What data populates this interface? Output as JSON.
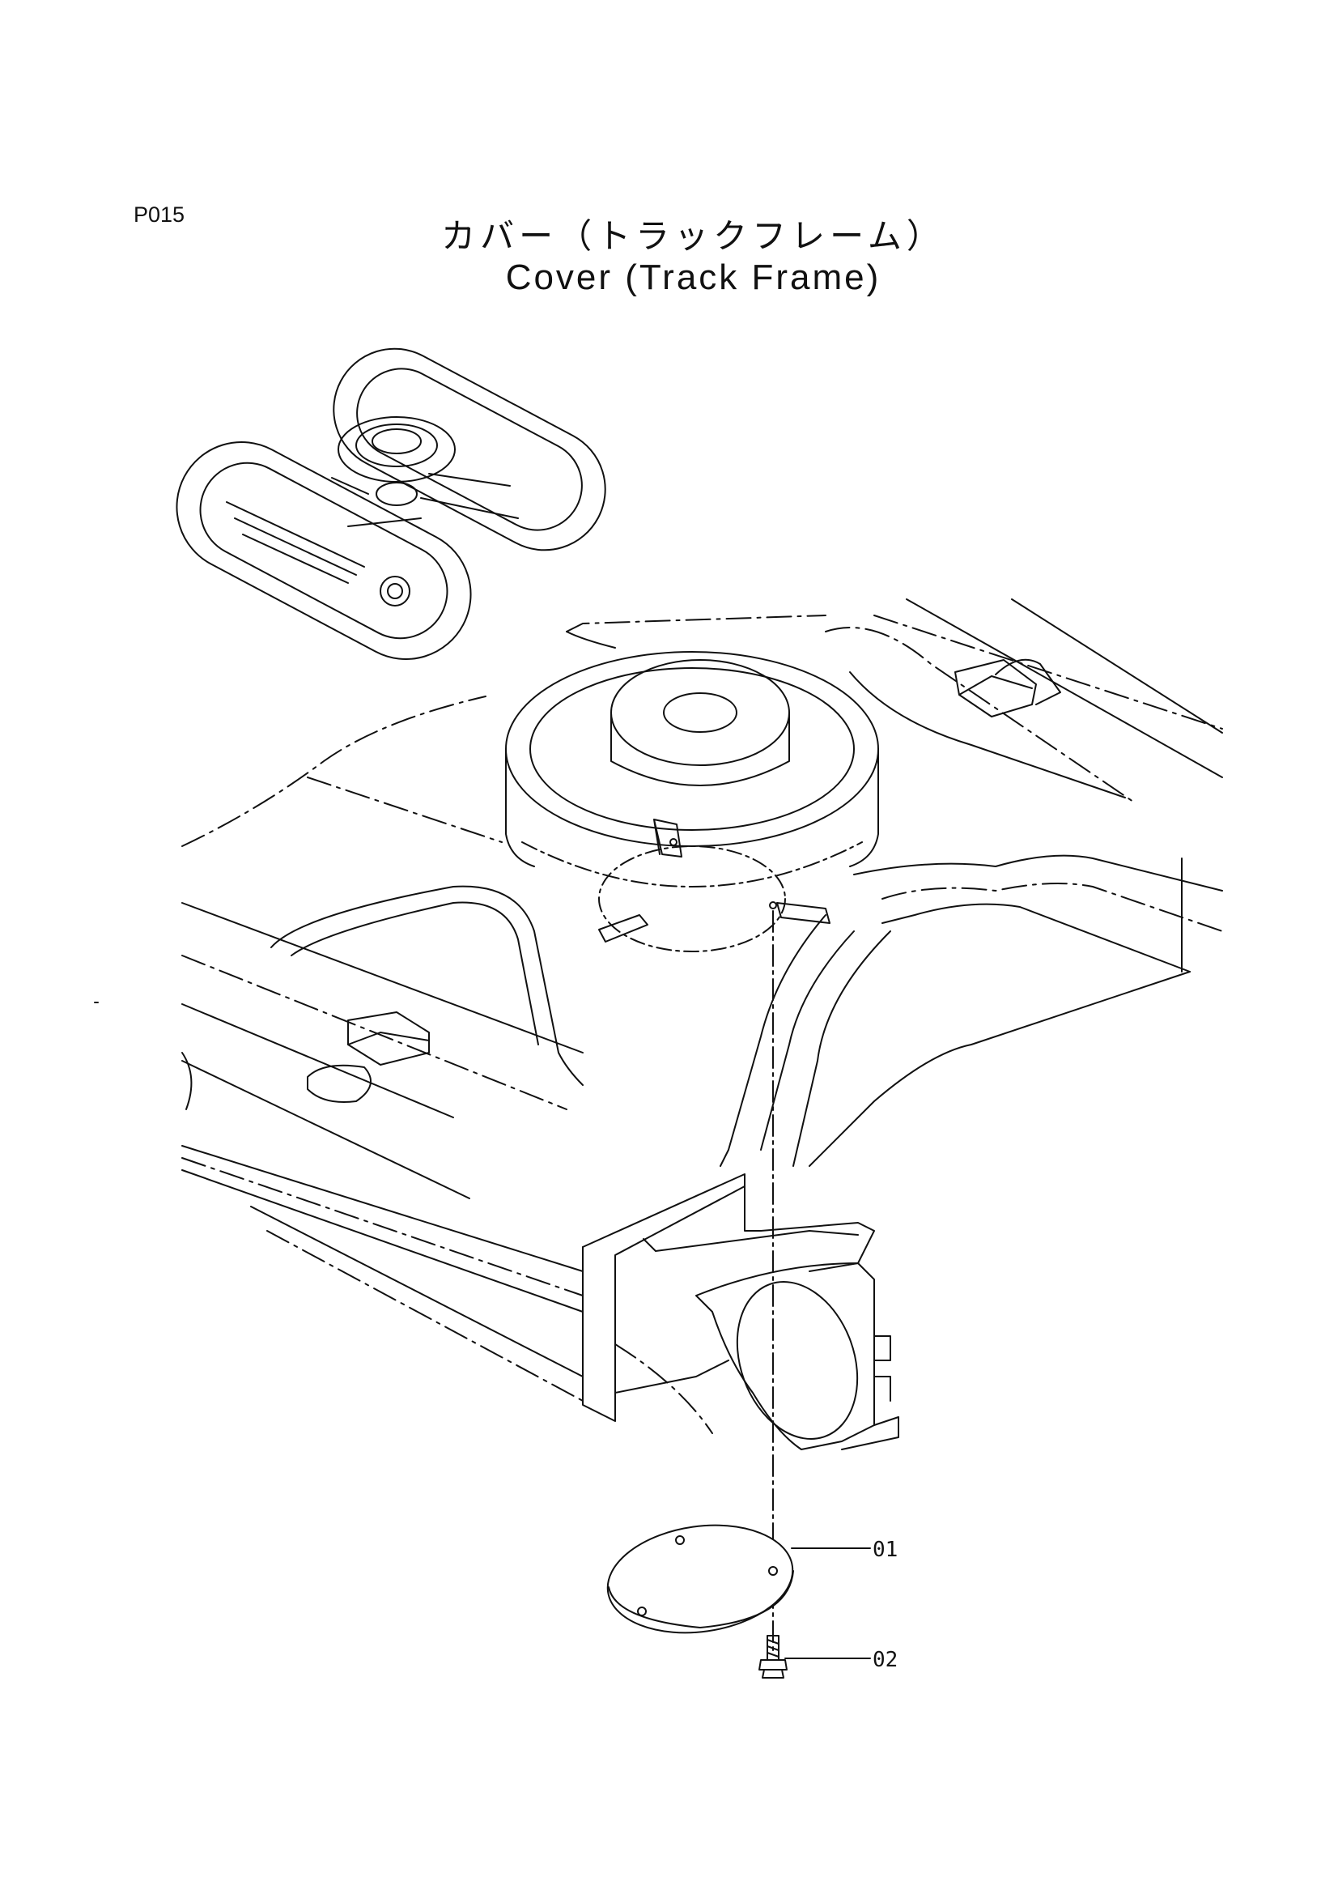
{
  "page_code": "P015",
  "title_jp": "カバー（トラックフレーム）",
  "title_en": "Cover (Track Frame)",
  "callouts": [
    {
      "id": "01",
      "label": "01"
    },
    {
      "id": "02",
      "label": "02"
    }
  ]
}
